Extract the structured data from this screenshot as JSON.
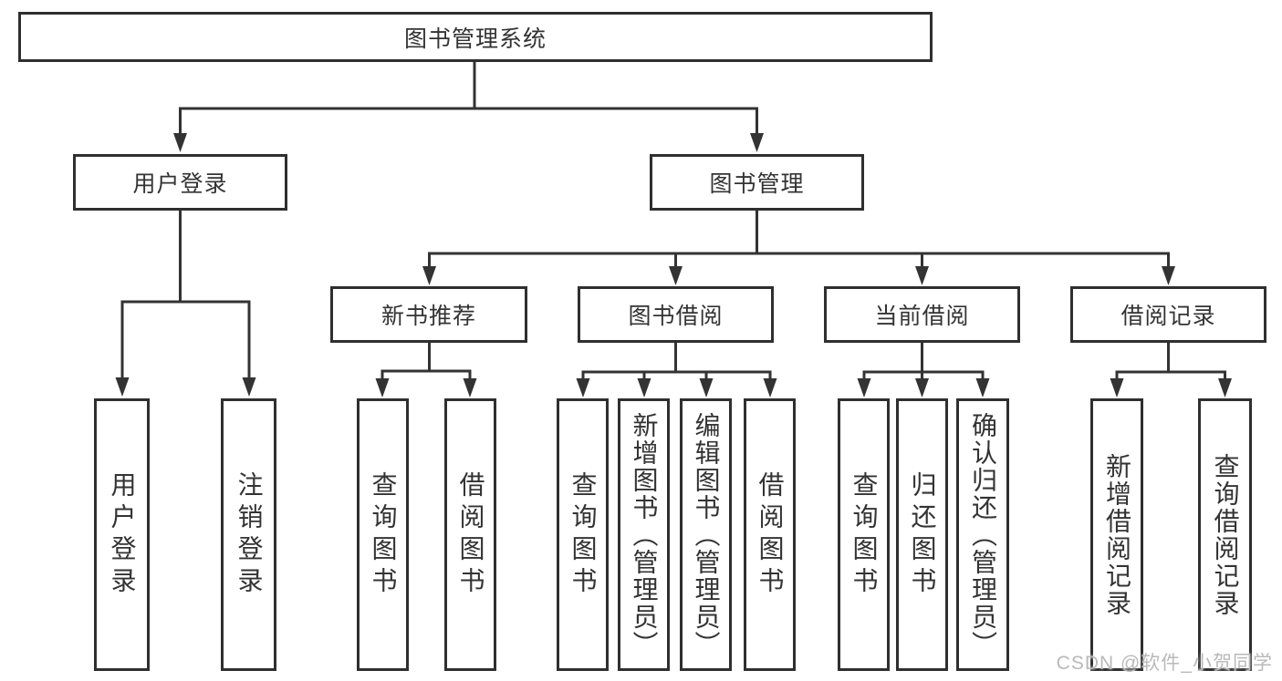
{
  "diagram": {
    "root": {
      "label": "图书管理系统"
    },
    "branches": {
      "user_login": {
        "label": "用户登录",
        "children": {
          "login": {
            "label": "用户登录"
          },
          "logout": {
            "label": "注销登录"
          }
        }
      },
      "book_management": {
        "label": "图书管理",
        "children": {
          "new_book_recommend": {
            "label": "新书推荐",
            "children": {
              "query_book": {
                "label": "查询图书"
              },
              "borrow_book": {
                "label": "借阅图书"
              }
            }
          },
          "book_borrow": {
            "label": "图书借阅",
            "children": {
              "query_book": {
                "label": "查询图书"
              },
              "add_book": {
                "label": "新增图书（管理员）"
              },
              "edit_book": {
                "label": "编辑图书（管理员）"
              },
              "borrow_book": {
                "label": "借阅图书"
              }
            }
          },
          "current_borrow": {
            "label": "当前借阅",
            "children": {
              "query_book": {
                "label": "查询图书"
              },
              "return_book": {
                "label": "归还图书"
              },
              "confirm_return": {
                "label": "确认归还（管理员）"
              }
            }
          },
          "borrow_records": {
            "label": "借阅记录",
            "children": {
              "add_record": {
                "label": "新增借阅记录"
              },
              "query_record": {
                "label": "查询借阅记录"
              }
            }
          }
        }
      }
    }
  },
  "watermark": {
    "text": "CSDN @软件_小贺同学"
  },
  "colors": {
    "line": "#333333",
    "box_border": "#2f2f2f",
    "text": "#333333",
    "watermark": "#b9b9b9",
    "background": "#ffffff"
  }
}
